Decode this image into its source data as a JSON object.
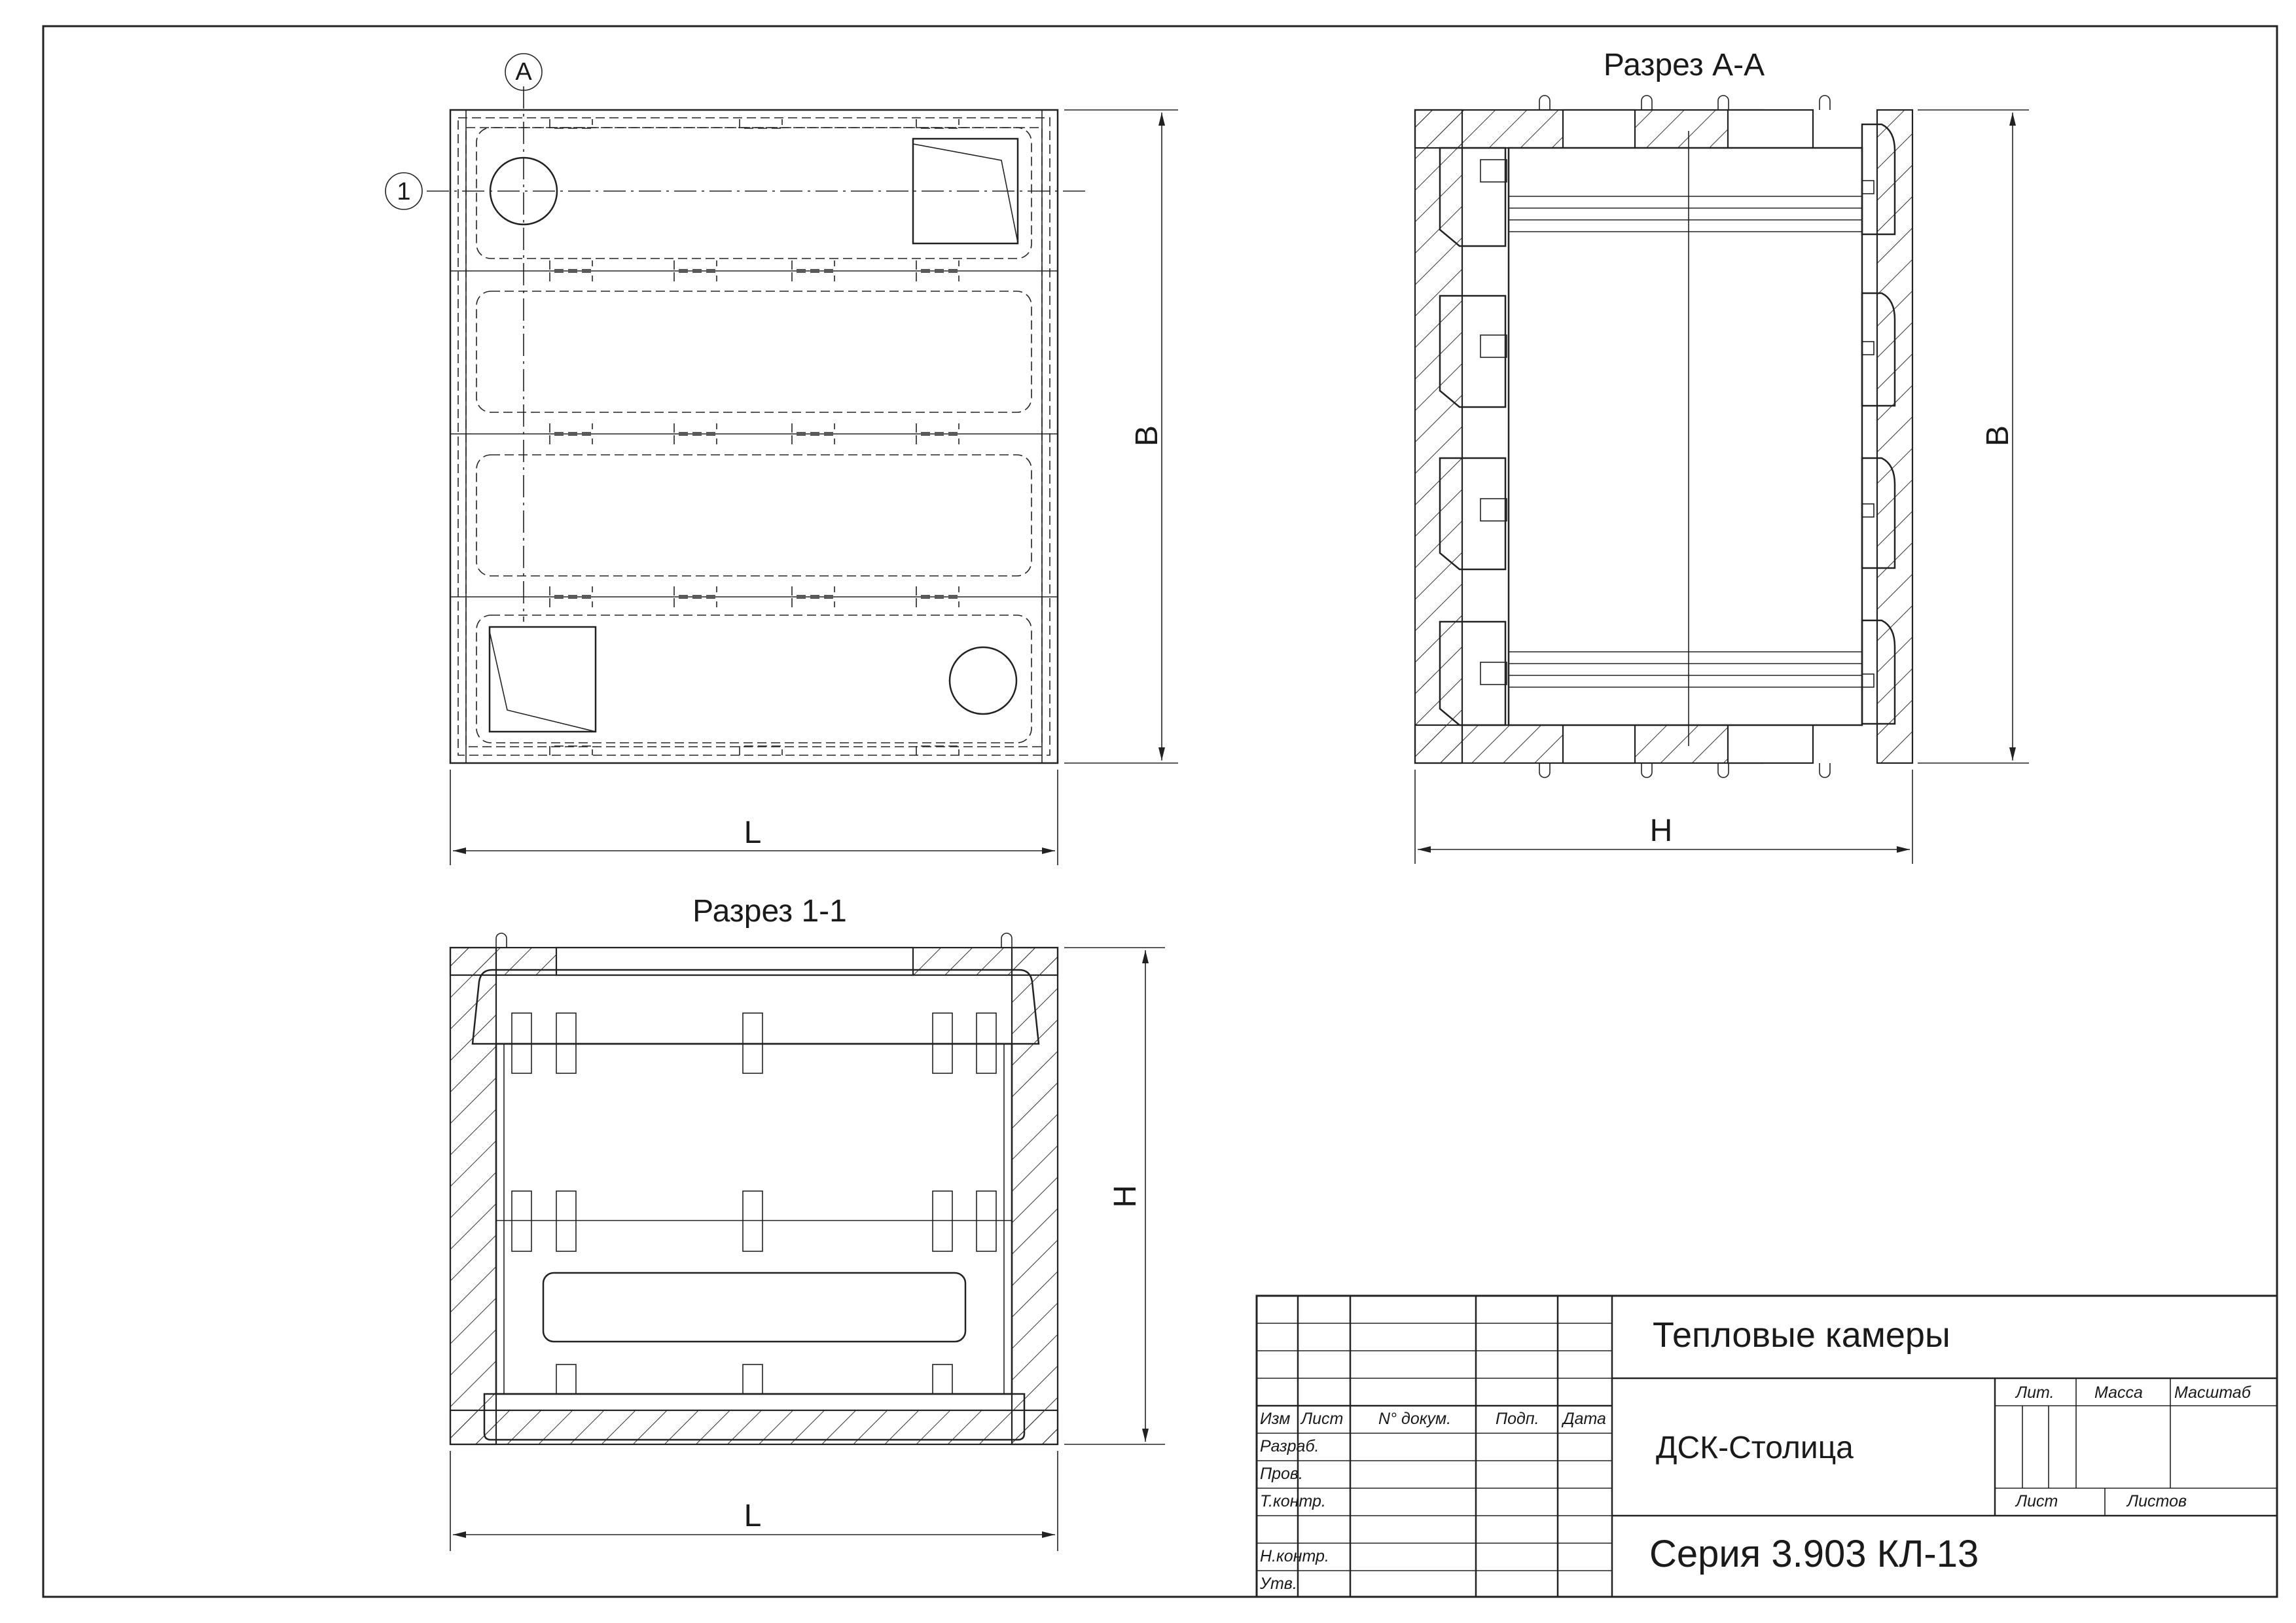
{
  "views": {
    "plan": {
      "axis_marker_a": "A",
      "axis_marker_1": "1",
      "dim_width_label": "L",
      "dim_height_label": "B"
    },
    "section_aa": {
      "title": "Разрез А-А",
      "dim_height_label": "B",
      "dim_width_label": "H"
    },
    "section_11": {
      "title": "Разрез 1-1",
      "dim_height_label": "H",
      "dim_width_label": "L"
    }
  },
  "title_block": {
    "title": "Тепловые камеры",
    "organization": "ДСК-Столица",
    "document_code": "Серия 3.903 КЛ-13",
    "col_headers": [
      "Изм",
      "Лист",
      "N° докум.",
      "Подп.",
      "Дата"
    ],
    "signature_rows": [
      "Разраб.",
      "Пров.",
      "Т.контр.",
      "",
      "Н.контр.",
      "Утв."
    ],
    "lit_label": "Лит.",
    "mass_label": "Масса",
    "scale_label": "Масштаб",
    "sheet_label": "Лист",
    "sheets_label": "Листов"
  }
}
